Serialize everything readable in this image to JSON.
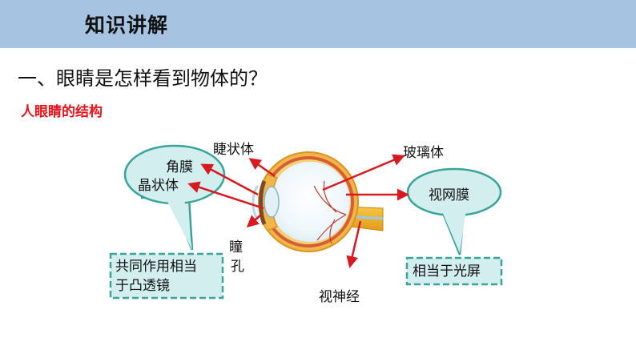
{
  "header": {
    "title": "知识讲解"
  },
  "section_heading": "一、眼睛是怎样看到物体的？",
  "subheading": "人眼睛的结构",
  "labels": {
    "ciliary_body": "睫状体",
    "vitreous_body": "玻璃体",
    "pupil_line1": "瞳",
    "pupil_line2": "孔",
    "optic_nerve": "视神经"
  },
  "left_bubble": {
    "line1": "角膜",
    "line2": "晶状体"
  },
  "left_box": {
    "line1": "共同作用相当",
    "line2": "于凸透镜"
  },
  "right_bubble": {
    "text": "视网膜"
  },
  "right_box": {
    "text": "相当于光屏"
  },
  "colors": {
    "header_bg": "#a7c3e2",
    "subheading": "#e8141b",
    "bubble_fill": "#d3eeee",
    "bubble_stroke": "#3aa39a",
    "arrow": "#d71920"
  }
}
